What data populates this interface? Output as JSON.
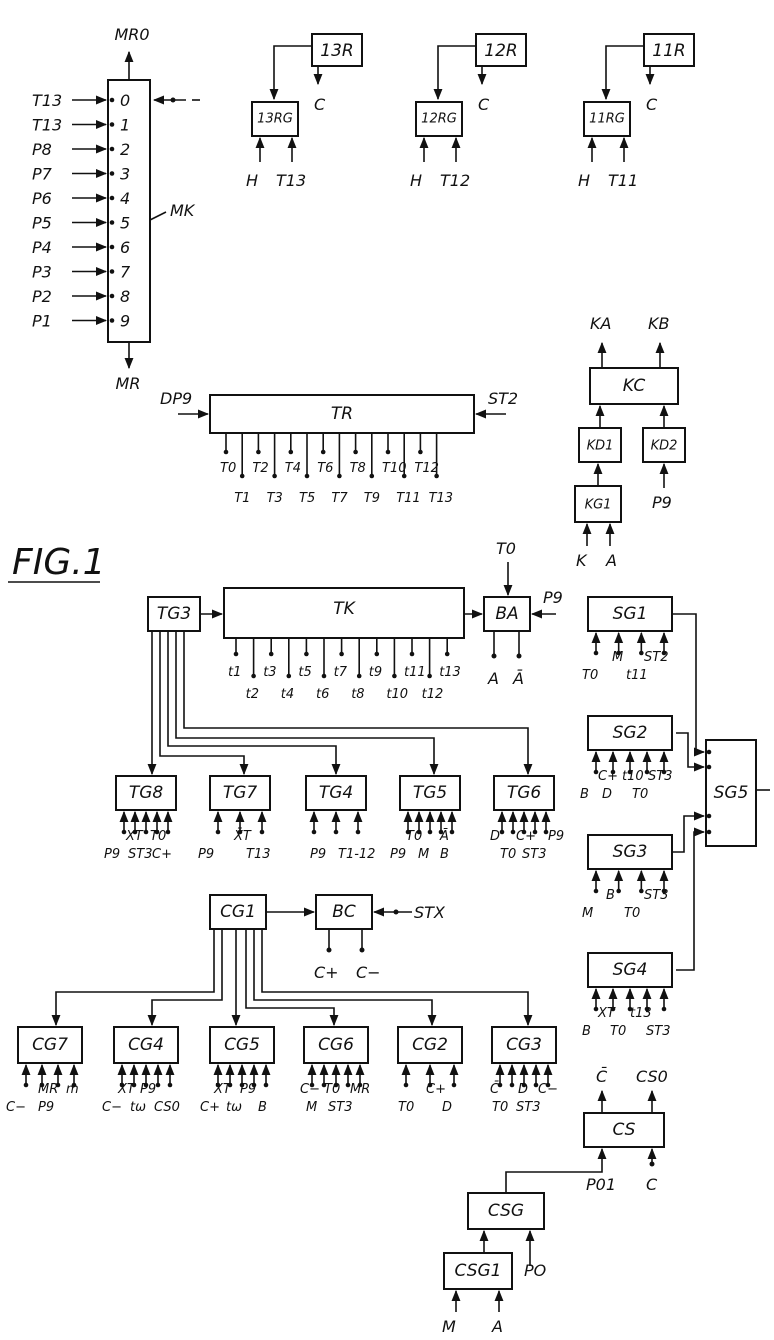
{
  "figure": {
    "title": "FIG.1"
  },
  "mk": {
    "name": "MK",
    "top_output": "MR0",
    "bottom_output": "MR",
    "inputs": [
      {
        "label": "T13",
        "pin": "0"
      },
      {
        "label": "T13",
        "pin": "1"
      },
      {
        "label": "P8",
        "pin": "2"
      },
      {
        "label": "P7",
        "pin": "3"
      },
      {
        "label": "P6",
        "pin": "4"
      },
      {
        "label": "P5",
        "pin": "5"
      },
      {
        "label": "P4",
        "pin": "6"
      },
      {
        "label": "P3",
        "pin": "7"
      },
      {
        "label": "P2",
        "pin": "8"
      },
      {
        "label": "P1",
        "pin": "9"
      }
    ]
  },
  "registers": [
    {
      "r": "13R",
      "rg": "13RG",
      "c": "C",
      "h": "H",
      "t": "T13"
    },
    {
      "r": "12R",
      "rg": "12RG",
      "c": "C",
      "h": "H",
      "t": "T12"
    },
    {
      "r": "11R",
      "rg": "11RG",
      "c": "C",
      "h": "H",
      "t": "T11"
    }
  ],
  "tr": {
    "name": "TR",
    "left_input": "DP9",
    "right_input": "ST2",
    "outputs_upper": [
      "T0",
      "T2",
      "T4",
      "T6",
      "T8",
      "T10",
      "T12"
    ],
    "outputs_lower": [
      "T1",
      "T3",
      "T5",
      "T7",
      "T9",
      "T11",
      "T13"
    ]
  },
  "kc_group": {
    "kc": "KC",
    "ka": "KA",
    "kb": "KB",
    "kd1": "KD1",
    "kd2": "KD2",
    "kg1": "KG1",
    "kd2_input": "P9",
    "kg1_inputs": [
      "K",
      "A"
    ]
  },
  "tk": {
    "name": "TK",
    "tg3": "TG3",
    "outputs_upper": [
      "t1",
      "t3",
      "t5",
      "t7",
      "t9",
      "t11",
      "t13"
    ],
    "outputs_lower": [
      "t2",
      "t4",
      "t6",
      "t8",
      "t10",
      "t12"
    ]
  },
  "ba": {
    "name": "BA",
    "top_input": "T0",
    "right_input": "P9",
    "outputs": [
      "A",
      "Ā"
    ]
  },
  "sg": [
    {
      "name": "SG1",
      "labels": [
        "T0",
        "M",
        "t11",
        "ST2"
      ]
    },
    {
      "name": "SG2",
      "labels": [
        "B",
        "C+",
        "D",
        "t10",
        "T0",
        "ST3"
      ]
    },
    {
      "name": "SG3",
      "labels": [
        "M",
        "B",
        "T0",
        "ST3"
      ]
    },
    {
      "name": "SG4",
      "labels": [
        "B",
        "XT",
        "T0",
        "t13",
        "ST3"
      ]
    },
    {
      "name": "SG5",
      "labels": []
    }
  ],
  "tg_blocks": [
    {
      "name": "TG8",
      "labels": [
        "XT",
        "T0",
        "P9",
        "ST3",
        "C+"
      ]
    },
    {
      "name": "TG7",
      "labels": [
        "X̄T",
        "P9",
        "T13"
      ]
    },
    {
      "name": "TG4",
      "labels": [
        "P9",
        "T1-12"
      ]
    },
    {
      "name": "TG5",
      "labels": [
        "T0",
        "Ā",
        "P9",
        "M",
        "B"
      ]
    },
    {
      "name": "TG6",
      "labels": [
        "C+",
        "D",
        "T0",
        "ST3",
        "P9"
      ]
    }
  ],
  "cg1": {
    "name": "CG1"
  },
  "bc": {
    "name": "BC",
    "input": "STX",
    "outputs": [
      "C+",
      "C−"
    ]
  },
  "cg_blocks": [
    {
      "name": "CG7",
      "labels": [
        "MR",
        "C−",
        "P9",
        "m"
      ]
    },
    {
      "name": "CG4",
      "labels": [
        "XT",
        "P9",
        "C−",
        "tω",
        "CS0"
      ]
    },
    {
      "name": "CG5",
      "labels": [
        "XT",
        "P9",
        "C+",
        "tω",
        "B"
      ]
    },
    {
      "name": "CG6",
      "labels": [
        "C−",
        "T0",
        "MR",
        "M",
        "ST3"
      ]
    },
    {
      "name": "CG2",
      "labels": [
        "C+",
        "T0",
        "D"
      ]
    },
    {
      "name": "CG3",
      "labels": [
        "C̄",
        "D",
        "C−",
        "T0",
        "ST3"
      ]
    }
  ],
  "cs_group": {
    "cs": "CS",
    "c_bar": "C̄",
    "cs0": "CS0",
    "po1": "P01",
    "c": "C",
    "csg": "CSG",
    "csg1": "CSG1",
    "po": "PO",
    "csg1_inputs": [
      "M",
      "A"
    ]
  }
}
